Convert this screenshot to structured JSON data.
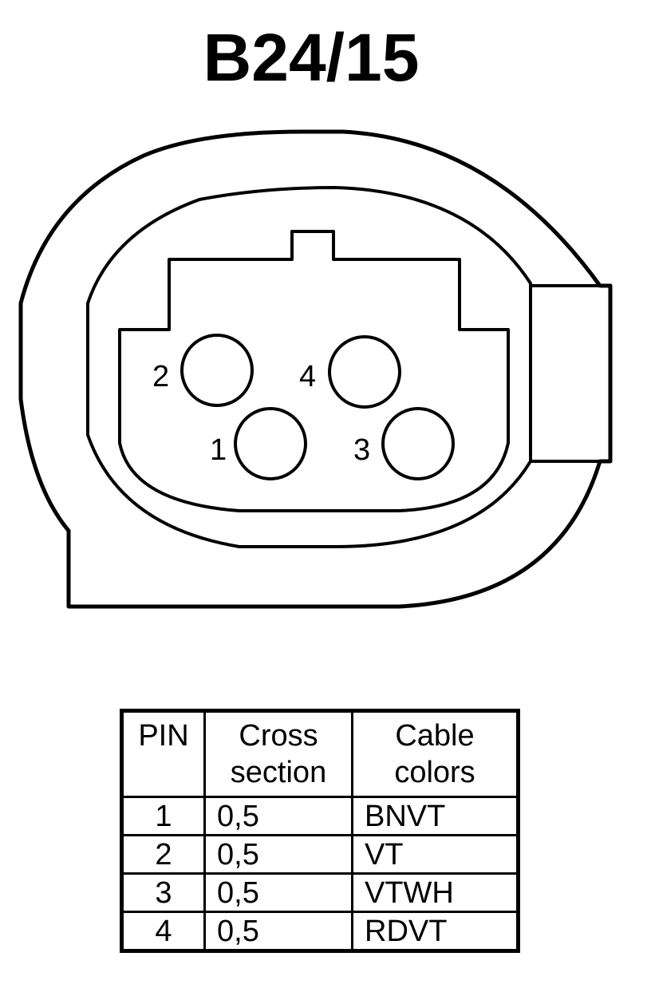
{
  "title": "B24/15",
  "connector": {
    "pins": [
      {
        "label": "1"
      },
      {
        "label": "2"
      },
      {
        "label": "3"
      },
      {
        "label": "4"
      }
    ]
  },
  "table": {
    "headers": {
      "pin": "PIN",
      "cross_section": [
        "Cross",
        "section"
      ],
      "cable_colors": [
        "Cable",
        "colors"
      ]
    },
    "rows": [
      {
        "pin": "1",
        "cross_section": "0,5",
        "color": "BNVT"
      },
      {
        "pin": "2",
        "cross_section": "0,5",
        "color": "VT"
      },
      {
        "pin": "3",
        "cross_section": "0,5",
        "color": "VTWH"
      },
      {
        "pin": "4",
        "cross_section": "0,5",
        "color": "RDVT"
      }
    ]
  }
}
